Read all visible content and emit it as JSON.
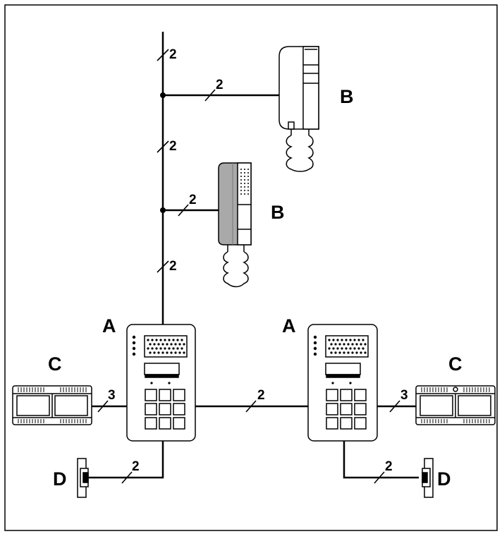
{
  "labels": {
    "A": "A",
    "B": "B",
    "C": "C",
    "D": "D"
  },
  "wire_counts": {
    "riser_top": "2",
    "riser_mid": "2",
    "riser_low": "2",
    "branch_handset_top": "2",
    "branch_handset_mid": "2",
    "panel_link": "2",
    "left_power": "3",
    "right_power": "3",
    "left_lock": "2",
    "right_lock": "2"
  }
}
